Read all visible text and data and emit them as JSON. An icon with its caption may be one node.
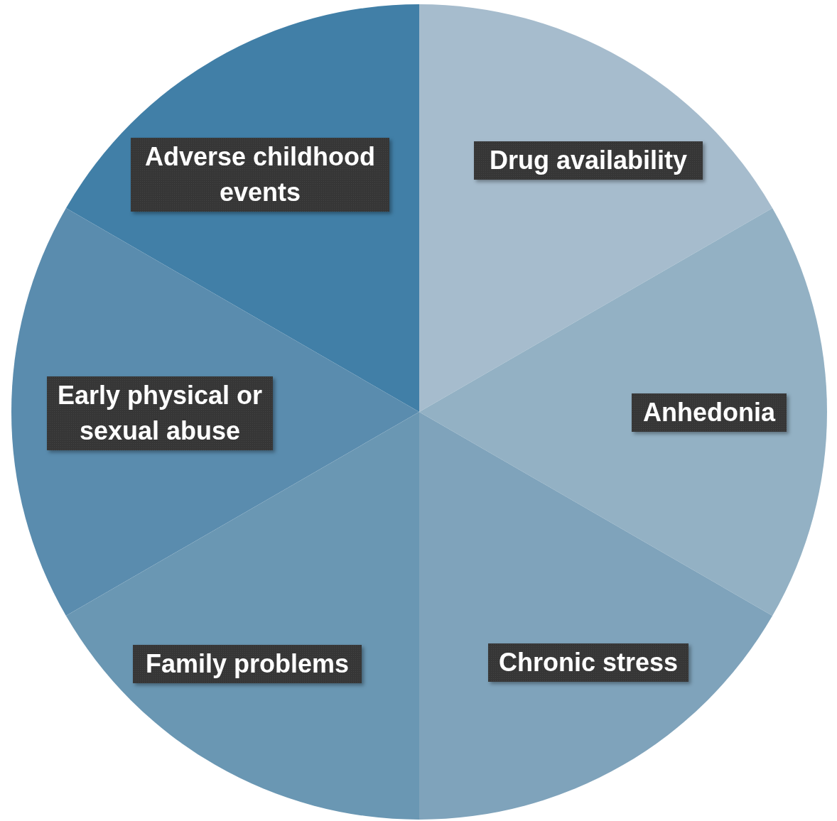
{
  "diagram": {
    "nodes": [
      {
        "text": [
          "Adverse childhood events"
        ]
      },
      {
        "text": [
          "Drug availability"
        ]
      },
      {
        "text": [
          "Early physical or sexual abuse"
        ]
      },
      {
        "text": [
          "Anhedonia"
        ]
      },
      {
        "text": [
          "Family problems"
        ]
      },
      {
        "text": [
          "Chronic stress"
        ]
      }
    ]
  }
}
